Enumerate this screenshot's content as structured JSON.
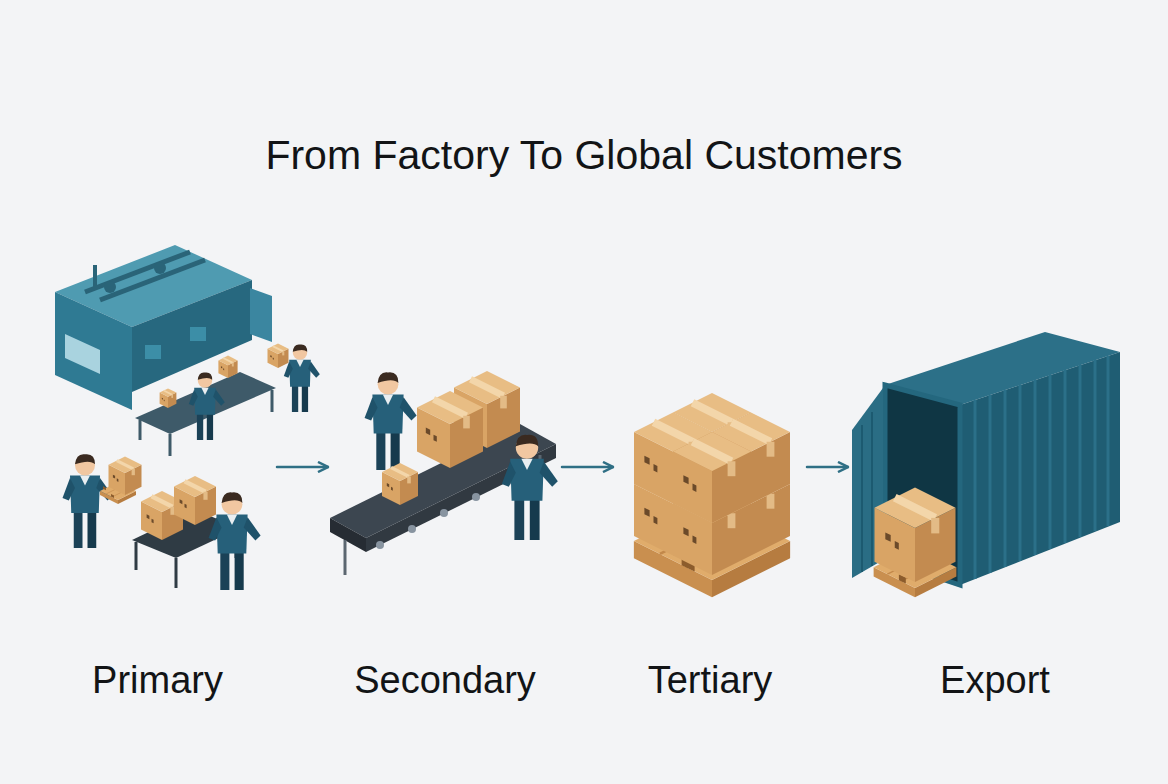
{
  "diagram": {
    "title": "From Factory To Global Customers",
    "nodes": [
      {
        "text": [
          "Primary"
        ]
      },
      {
        "text": [
          "Secondary"
        ]
      },
      {
        "text": [
          "Tertiary"
        ]
      },
      {
        "text": [
          "Export"
        ]
      }
    ],
    "edges": [
      {
        "from": 0,
        "to": 1,
        "arrow": "to"
      },
      {
        "from": 1,
        "to": 2,
        "arrow": "to"
      },
      {
        "from": 2,
        "to": 3,
        "arrow": "to"
      }
    ]
  }
}
